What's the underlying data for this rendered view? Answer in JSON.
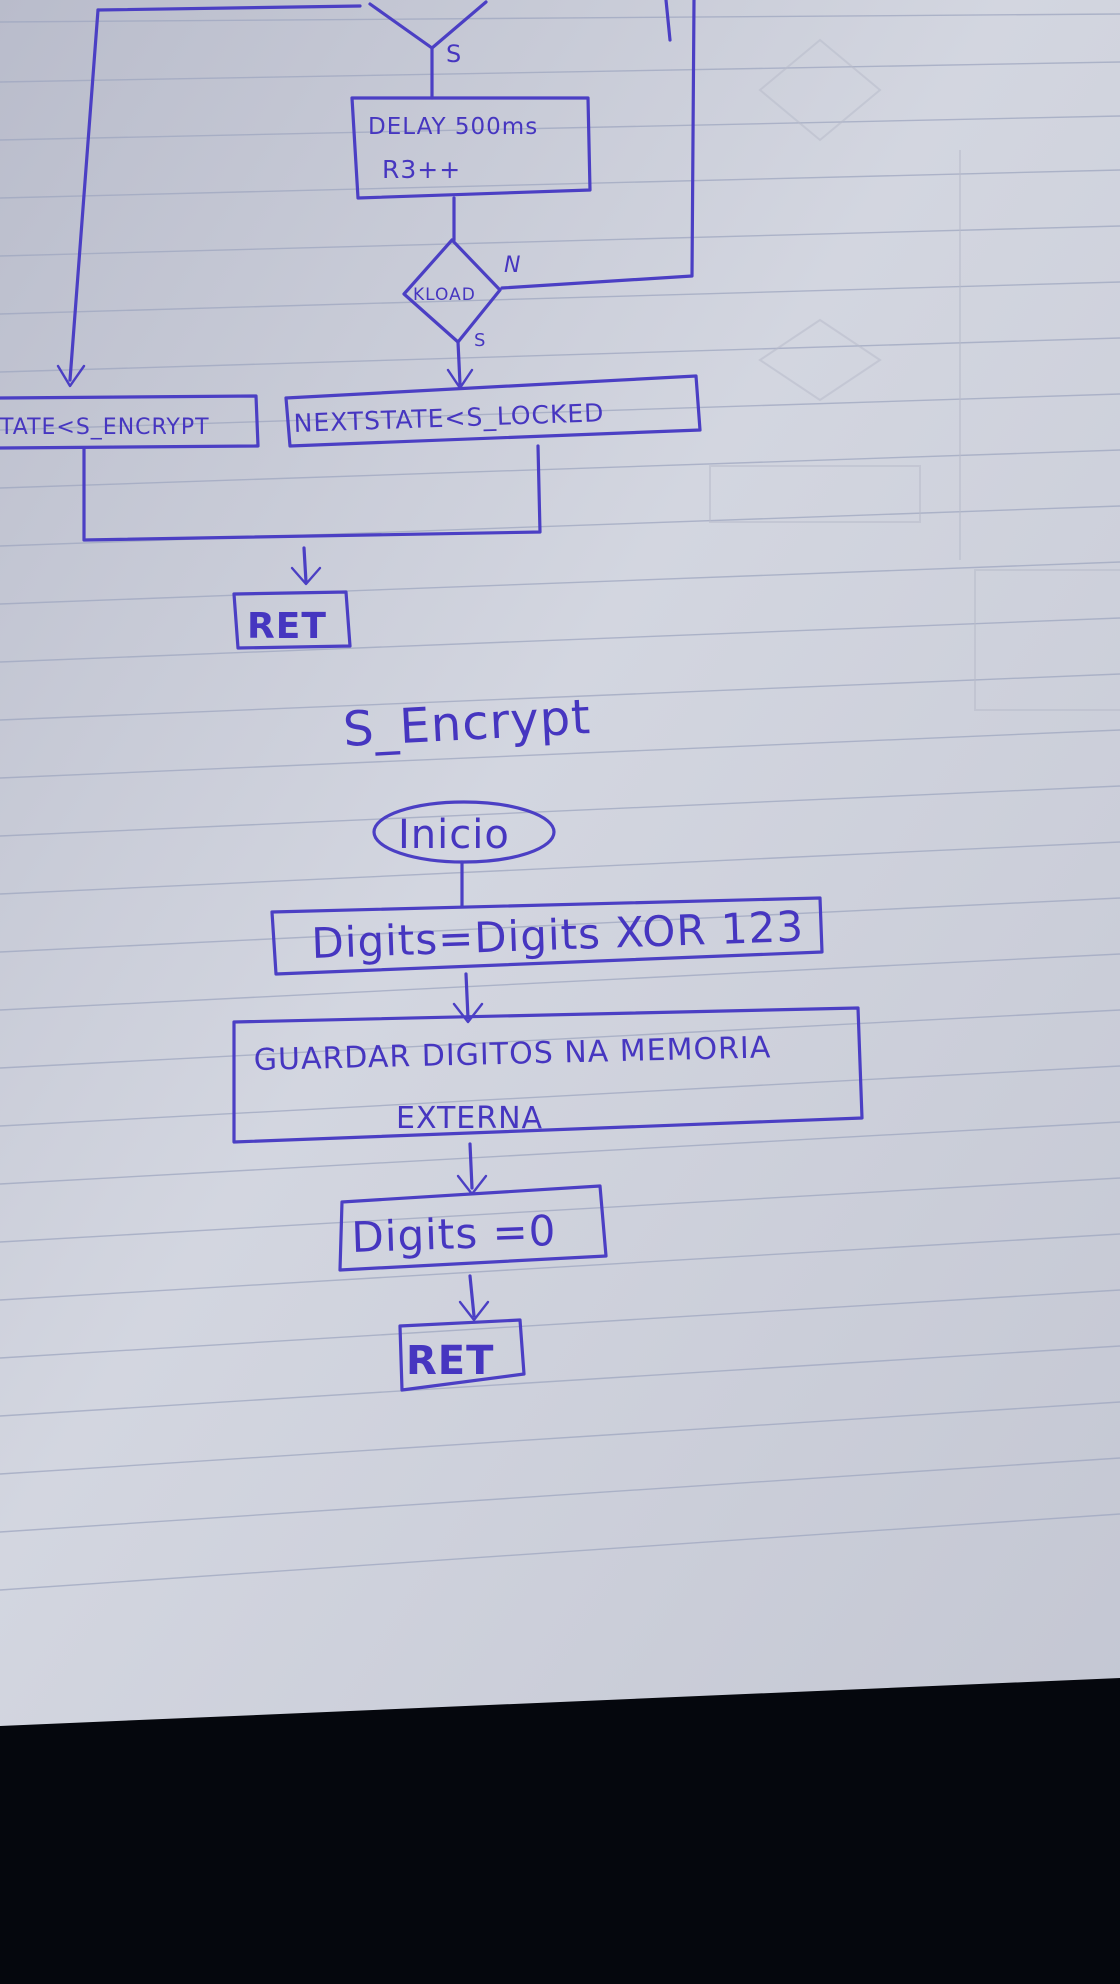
{
  "top_flow": {
    "yes_label_1": "S",
    "delay_box": {
      "line1": "DELAY 500ms",
      "line2": "R3++"
    },
    "decision": {
      "label": "KLOAD",
      "no_label": "N",
      "yes_label": "S"
    },
    "left_state_box": "TATE<S_ENCRYPT",
    "right_state_box": "NEXTSTATE<S_LOCKED",
    "ret_box": "RET"
  },
  "encrypt_flow": {
    "title": "S_Encrypt",
    "start": "Inicio",
    "step1": "Digits=Digits XOR 123",
    "step2": {
      "line1": "GUARDAR DIGITOS NA MEMORIA",
      "line2": "EXTERNA"
    },
    "step3": "Digits =0",
    "ret_box": "RET"
  },
  "colors": {
    "ink": "#4b3fc4",
    "paper": "#c9ccd8",
    "background": "#05070d"
  }
}
